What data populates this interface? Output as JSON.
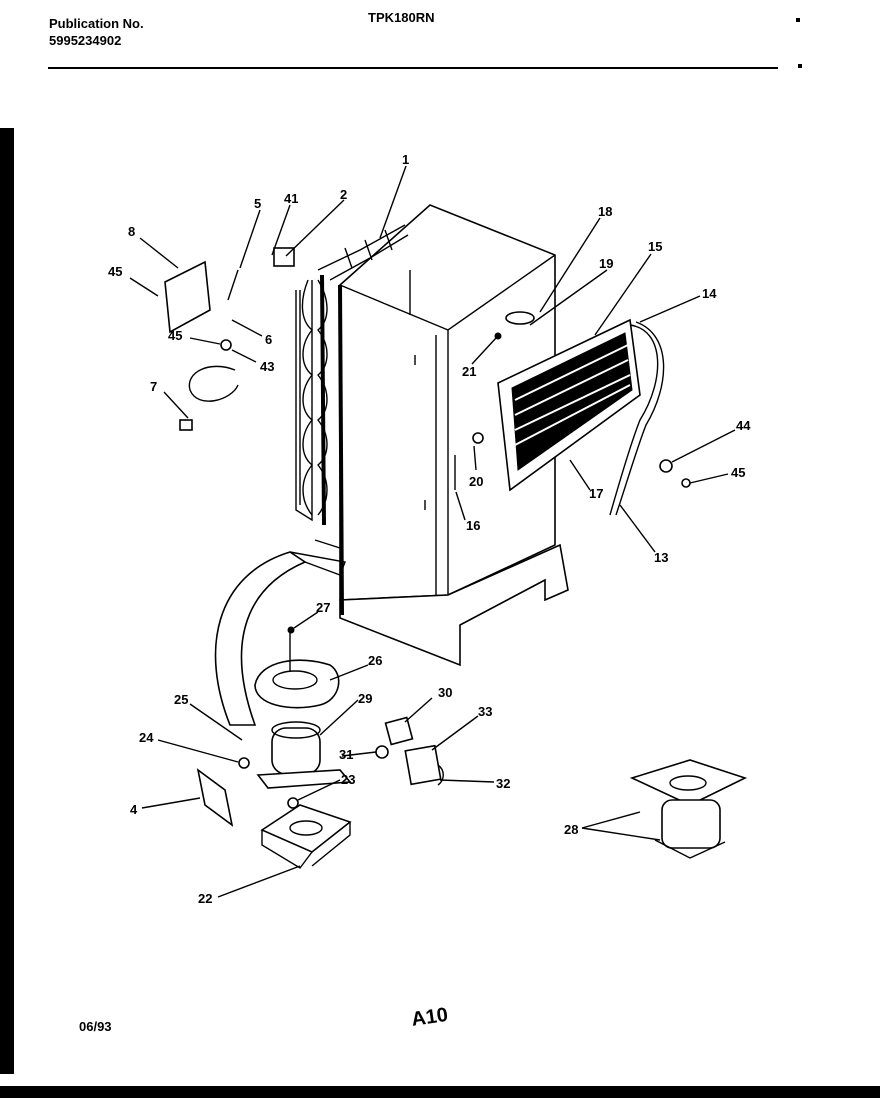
{
  "header": {
    "publication_label": "Publication No.",
    "publication_number": "5995234902",
    "model": "TPK180RN"
  },
  "footer": {
    "date": "06/93",
    "page_code": "A10"
  },
  "callouts": {
    "c1": "1",
    "c2": "2",
    "c4": "4",
    "c5": "5",
    "c6": "6",
    "c7": "7",
    "c8": "8",
    "c13": "13",
    "c14": "14",
    "c15": "15",
    "c16": "16",
    "c17": "17",
    "c18": "18",
    "c19": "19",
    "c20": "20",
    "c21": "21",
    "c22": "22",
    "c23": "23",
    "c24": "24",
    "c25": "25",
    "c26": "26",
    "c27": "27",
    "c28": "28",
    "c29": "29",
    "c30": "30",
    "c31": "31",
    "c32": "32",
    "c33": "33",
    "c41": "41",
    "c43": "43",
    "c44": "44",
    "c45a": "45",
    "c45b": "45",
    "c45c": "45"
  }
}
